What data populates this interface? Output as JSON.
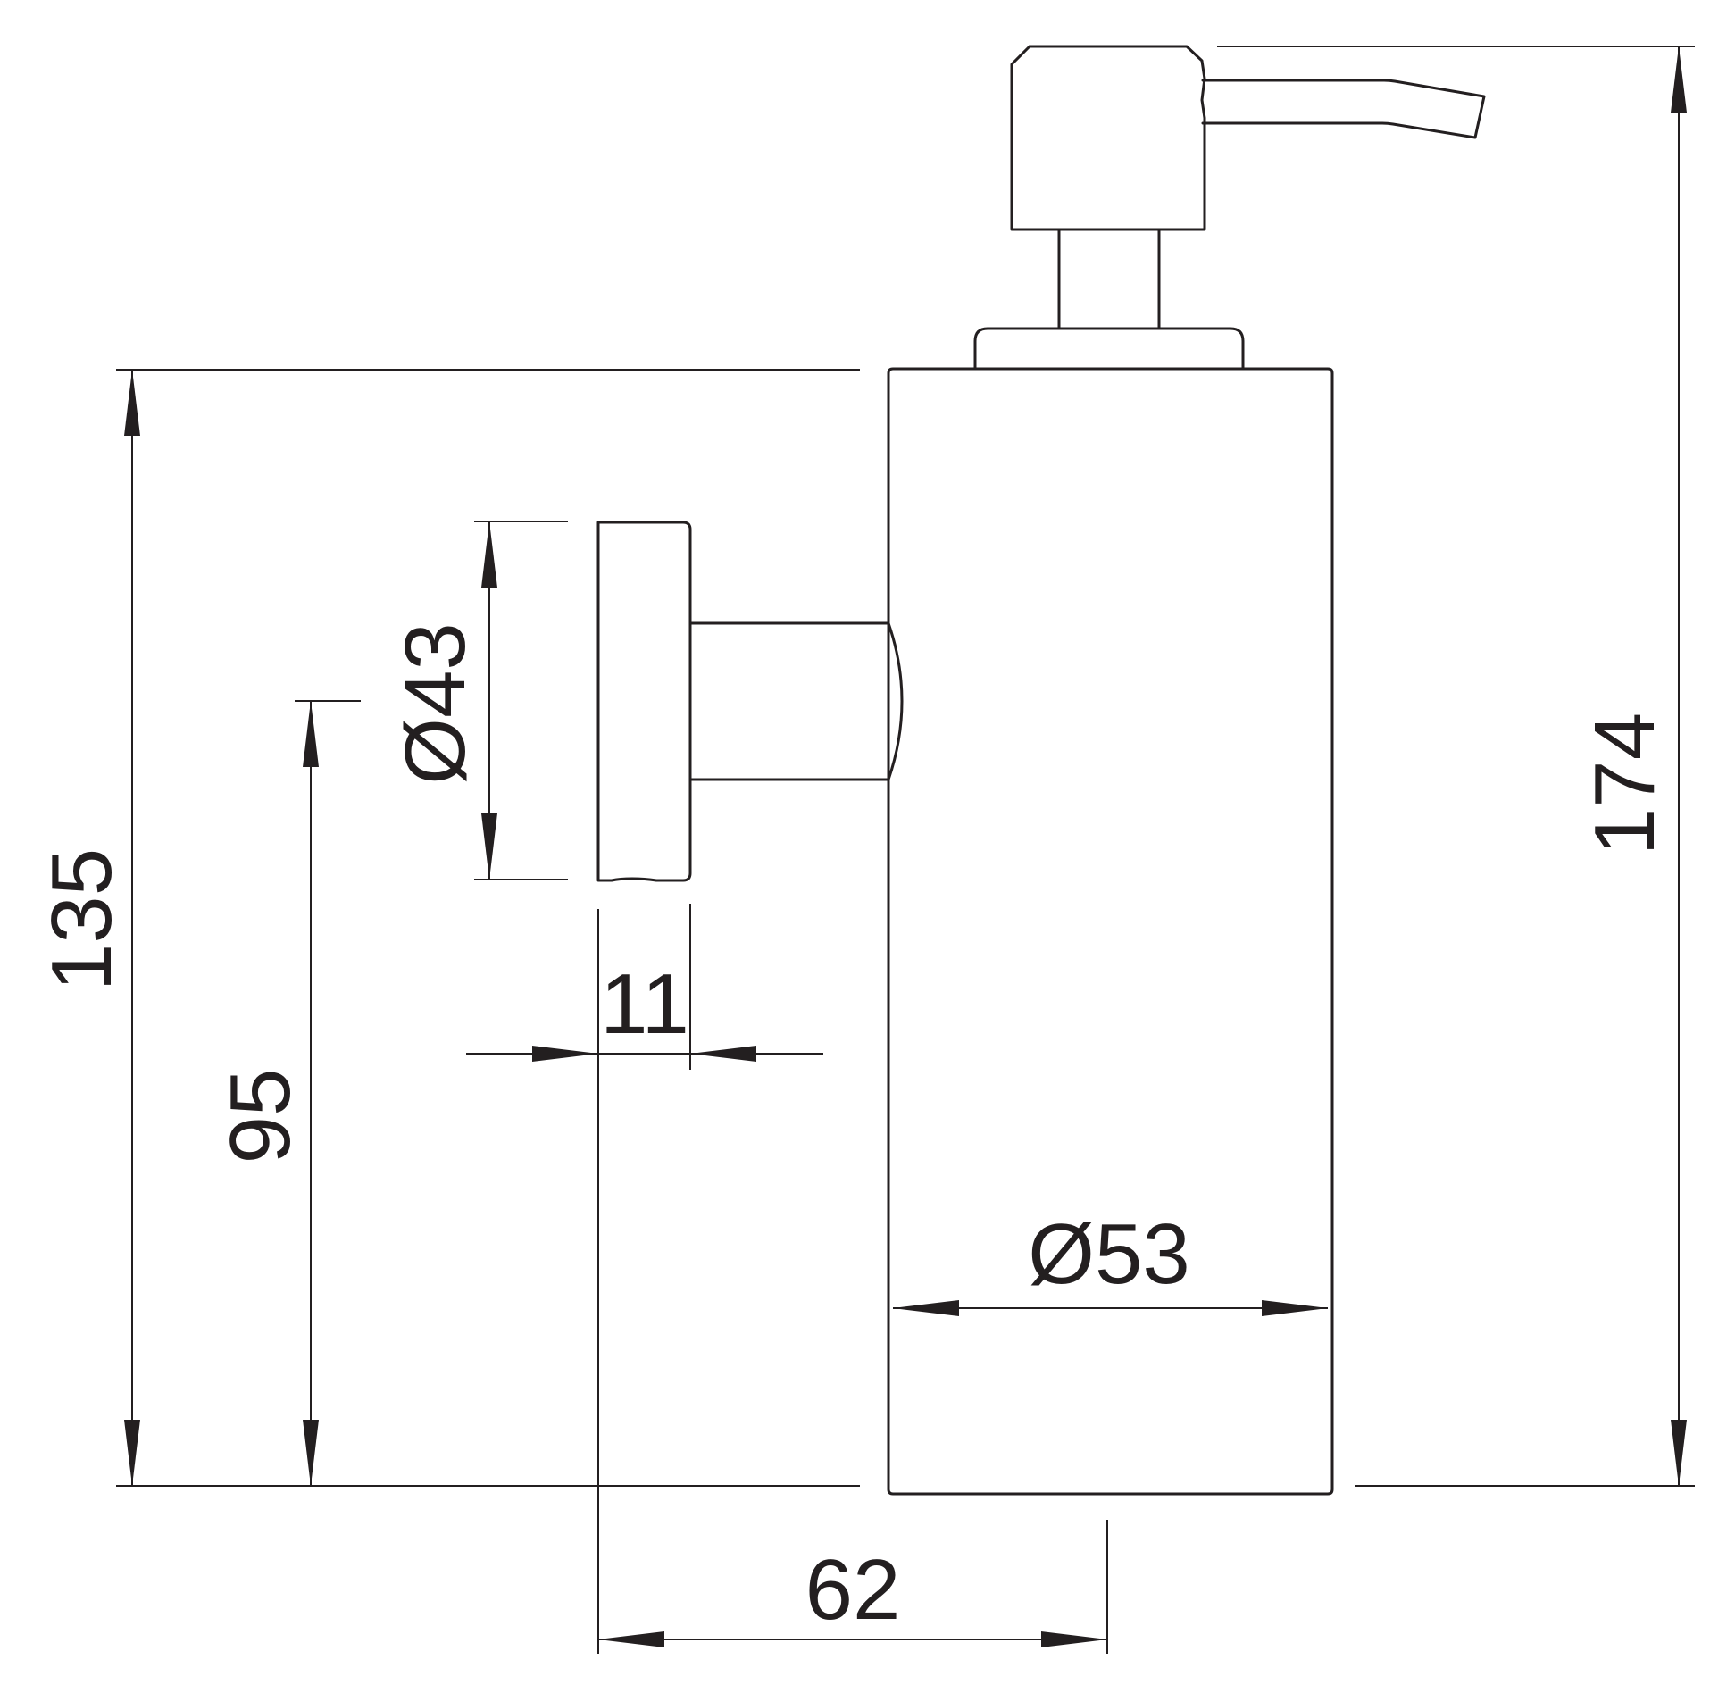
{
  "dimensions": {
    "total_height": "174",
    "body_height": "135",
    "mount_height": "95",
    "plate_diameter": "Ø43",
    "plate_thickness": "11",
    "body_diameter": "Ø53",
    "wall_projection": "62"
  },
  "colors": {
    "line": "#231f20",
    "background": "#ffffff"
  }
}
